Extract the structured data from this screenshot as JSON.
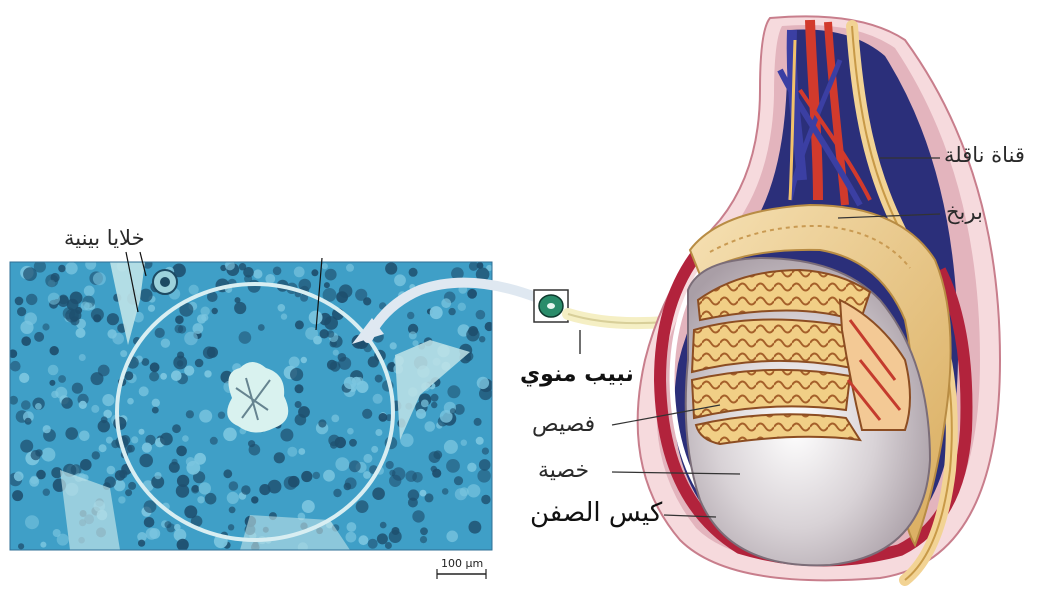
{
  "labels": {
    "vas_deferens": "قناة ناقلة",
    "epididymis": "بربخ",
    "interstitial_cells": "خلايا بينية",
    "seminiferous_tubule": "نبيب منوي",
    "lobule": "فصيص",
    "testis": "خصية",
    "scrotum": "كيس الصفن"
  },
  "scale_bar": "100 µm",
  "colors": {
    "micrograph_bg": "#3f9fc7",
    "epididymis": "#e9c789",
    "vein": "#3b3fa3",
    "artery": "#d23a2c",
    "scrotum_wall": "#b2233c",
    "testis_body": "#c9c3c7",
    "arrow": "#dfe8f1"
  }
}
